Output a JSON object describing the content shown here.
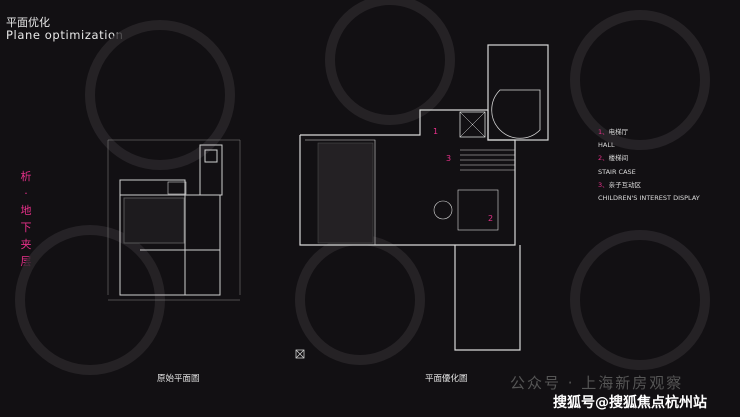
{
  "header": {
    "title_cn": "平面优化",
    "title_en": "Plane optimization"
  },
  "side_label": [
    "析",
    "·",
    "地",
    "下",
    "夹",
    "层"
  ],
  "legend": [
    {
      "num": "1、",
      "cn": "电梯厅",
      "en": "HALL"
    },
    {
      "num": "2、",
      "cn": "楼梯间",
      "en": "STAIR CASE"
    },
    {
      "num": "3、",
      "cn": "亲子互动区",
      "en": "CHILDREN'S INTEREST DISPLAY"
    }
  ],
  "plan_markers": [
    "1",
    "2",
    "3"
  ],
  "captions": {
    "original": "原始平面圖",
    "optimized": "平面優化圖"
  },
  "watermark": {
    "account": "公众号 · 上海新房观察",
    "source": "搜狐号@搜狐焦点杭州站"
  },
  "colors": {
    "accent": "#e8308a",
    "background": "#121013"
  }
}
